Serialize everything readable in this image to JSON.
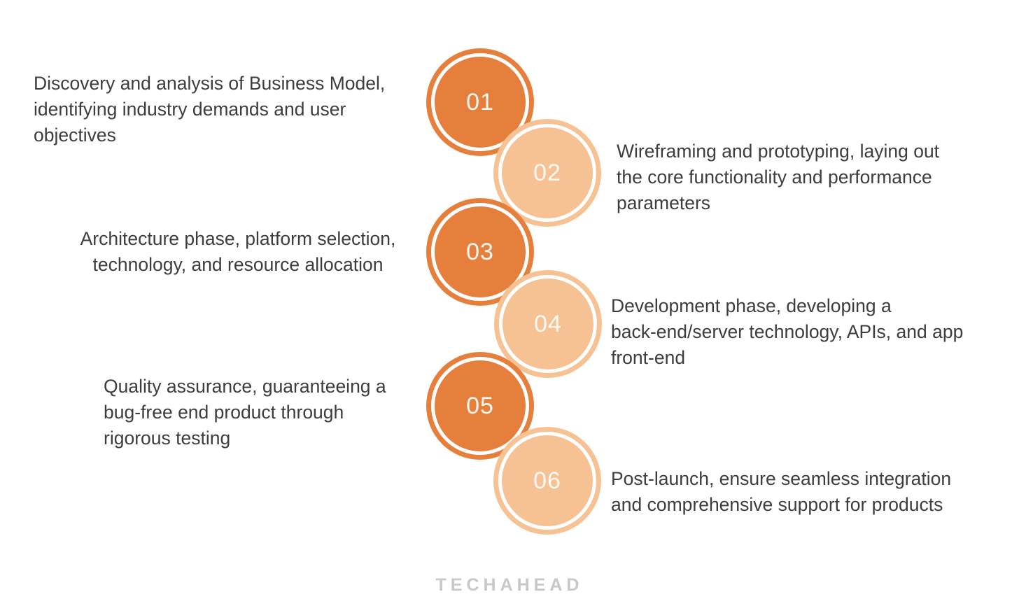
{
  "steps": [
    {
      "number": "01",
      "variant": "dark",
      "text": "Discovery and analysis of Business Model,\nidentifying industry demands and user\nobjectives"
    },
    {
      "number": "02",
      "variant": "light",
      "text": "Wireframing and prototyping, laying out\nthe core functionality and performance\nparameters"
    },
    {
      "number": "03",
      "variant": "dark",
      "text": "Architecture phase, platform selection,\ntechnology, and resource allocation"
    },
    {
      "number": "04",
      "variant": "light",
      "text": "Development phase, developing a\nback-end/server technology, APIs, and app\nfront-end"
    },
    {
      "number": "05",
      "variant": "dark",
      "text": "Quality assurance, guaranteeing a\nbug-free end product through\nrigorous testing"
    },
    {
      "number": "06",
      "variant": "light",
      "text": "Post-launch, ensure seamless integration\nand comprehensive support for products"
    }
  ],
  "logo": "TECHAHEAD",
  "colors": {
    "dark-orange": "#e67e3c",
    "light-orange": "#f6c294",
    "text": "#3d3d3d",
    "number": "#fdf8f2",
    "logo": "#c8c8c8",
    "background": "#ffffff"
  }
}
